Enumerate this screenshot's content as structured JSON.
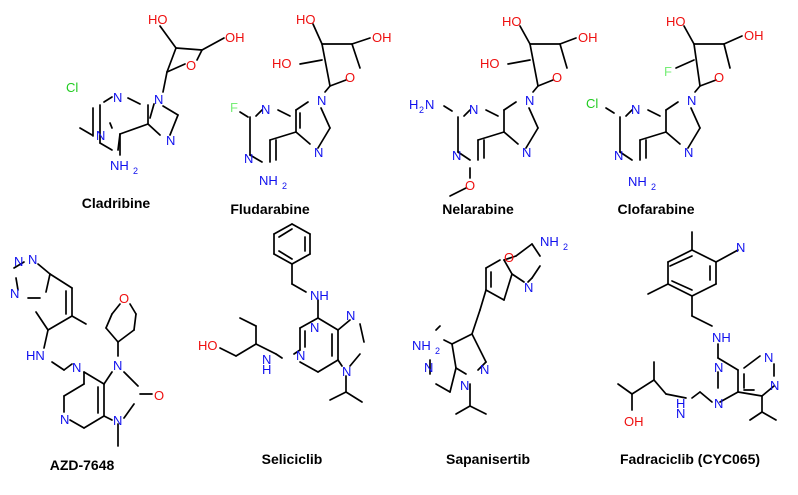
{
  "colors": {
    "nitrogen": "#1010EE",
    "oxygen": "#EE1010",
    "chlorine": "#22CC22",
    "fluorine": "#77EE77",
    "bond": "#000000"
  },
  "molecules": [
    {
      "name": "Cladribine",
      "labels": [
        [
          "HO",
          "oxygen"
        ],
        [
          "OH",
          "oxygen"
        ],
        [
          "O",
          "oxygen"
        ],
        [
          "Cl",
          "chlorine"
        ],
        [
          "N",
          "nitrogen"
        ],
        [
          "N",
          "nitrogen"
        ],
        [
          "N",
          "nitrogen"
        ],
        [
          "N",
          "nitrogen"
        ],
        [
          "NH",
          "nitrogen"
        ],
        [
          "2",
          "nitrogen"
        ]
      ]
    },
    {
      "name": "Fludarabine",
      "labels": [
        [
          "HO",
          "oxygen"
        ],
        [
          "HO",
          "oxygen"
        ],
        [
          "OH",
          "oxygen"
        ],
        [
          "O",
          "oxygen"
        ],
        [
          "F",
          "fluorine"
        ],
        [
          "N",
          "nitrogen"
        ],
        [
          "N",
          "nitrogen"
        ],
        [
          "N",
          "nitrogen"
        ],
        [
          "N",
          "nitrogen"
        ],
        [
          "NH",
          "nitrogen"
        ],
        [
          "2",
          "nitrogen"
        ]
      ]
    },
    {
      "name": "Nelarabine",
      "labels": [
        [
          "HO",
          "oxygen"
        ],
        [
          "HO",
          "oxygen"
        ],
        [
          "OH",
          "oxygen"
        ],
        [
          "O",
          "oxygen"
        ],
        [
          "H",
          "nitrogen"
        ],
        [
          "2",
          "nitrogen"
        ],
        [
          "N",
          "nitrogen"
        ],
        [
          "N",
          "nitrogen"
        ],
        [
          "N",
          "nitrogen"
        ],
        [
          "N",
          "nitrogen"
        ],
        [
          "N",
          "nitrogen"
        ],
        [
          "O",
          "oxygen"
        ]
      ]
    },
    {
      "name": "Clofarabine",
      "labels": [
        [
          "HO",
          "oxygen"
        ],
        [
          "OH",
          "oxygen"
        ],
        [
          "F",
          "fluorine"
        ],
        [
          "O",
          "oxygen"
        ],
        [
          "Cl",
          "chlorine"
        ],
        [
          "N",
          "nitrogen"
        ],
        [
          "N",
          "nitrogen"
        ],
        [
          "N",
          "nitrogen"
        ],
        [
          "N",
          "nitrogen"
        ],
        [
          "NH",
          "nitrogen"
        ],
        [
          "2",
          "nitrogen"
        ]
      ]
    },
    {
      "name": "AZD-7648",
      "labels": [
        [
          "N",
          "nitrogen"
        ],
        [
          "N",
          "nitrogen"
        ],
        [
          "N",
          "nitrogen"
        ],
        [
          "O",
          "oxygen"
        ],
        [
          "N",
          "nitrogen"
        ],
        [
          "N",
          "nitrogen"
        ],
        [
          "HN",
          "nitrogen"
        ],
        [
          "N",
          "nitrogen"
        ],
        [
          "O",
          "oxygen"
        ],
        [
          "N",
          "nitrogen"
        ]
      ]
    },
    {
      "name": "Seliciclib",
      "labels": [
        [
          "NH",
          "nitrogen"
        ],
        [
          "N",
          "nitrogen"
        ],
        [
          "N",
          "nitrogen"
        ],
        [
          "HO",
          "oxygen"
        ],
        [
          "N",
          "nitrogen"
        ],
        [
          "H",
          "nitrogen"
        ],
        [
          "N",
          "nitrogen"
        ],
        [
          "N",
          "nitrogen"
        ]
      ]
    },
    {
      "name": "Sapanisertib",
      "labels": [
        [
          "NH",
          "nitrogen"
        ],
        [
          "2",
          "nitrogen"
        ],
        [
          "O",
          "oxygen"
        ],
        [
          "N",
          "nitrogen"
        ],
        [
          "NH",
          "nitrogen"
        ],
        [
          "2",
          "nitrogen"
        ],
        [
          "N",
          "nitrogen"
        ],
        [
          "N",
          "nitrogen"
        ],
        [
          "N",
          "nitrogen"
        ]
      ]
    },
    {
      "name": "Fadraciclib (CYC065)",
      "labels": [
        [
          "N",
          "nitrogen"
        ],
        [
          "NH",
          "nitrogen"
        ],
        [
          "N",
          "nitrogen"
        ],
        [
          "N",
          "nitrogen"
        ],
        [
          "OH",
          "oxygen"
        ],
        [
          "N",
          "nitrogen"
        ],
        [
          "H",
          "nitrogen"
        ],
        [
          "N",
          "nitrogen"
        ],
        [
          "N",
          "nitrogen"
        ]
      ]
    }
  ]
}
